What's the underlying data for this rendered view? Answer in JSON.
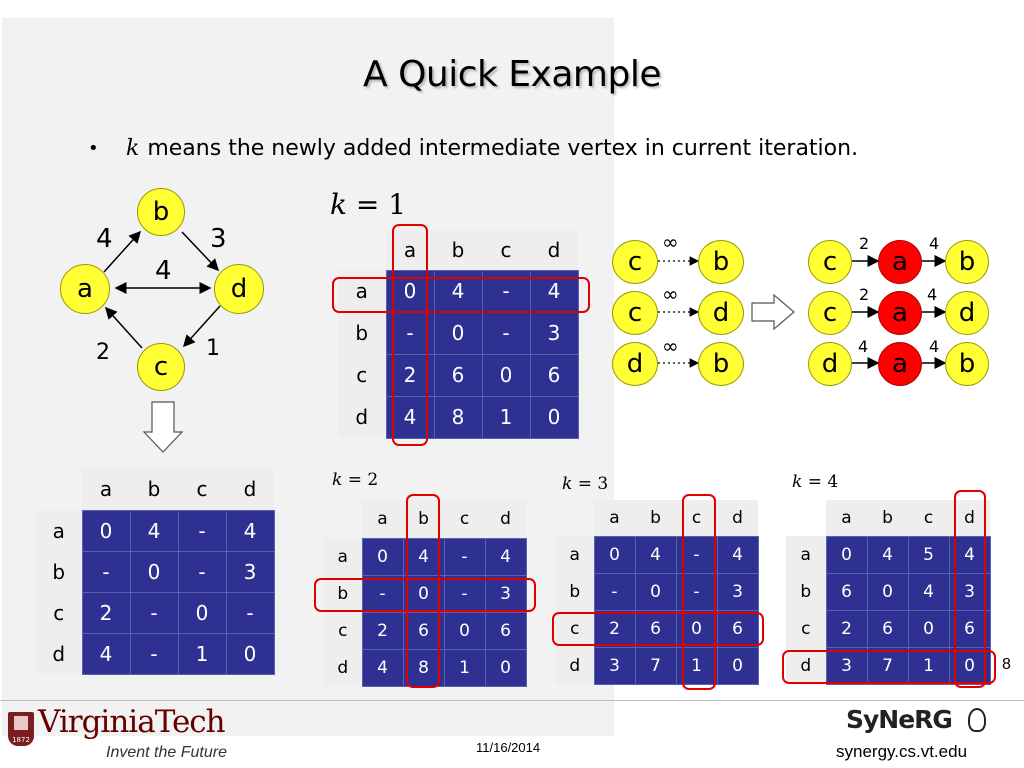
{
  "slide": {
    "title": "A Quick Example",
    "bullet_var": "k",
    "bullet_text": "means the newly added intermediate vertex in current iteration.",
    "date": "11/16/2014",
    "page_number": "8"
  },
  "graph": {
    "nodes": [
      "a",
      "b",
      "c",
      "d"
    ],
    "edge_weights": {
      "a_b": "4",
      "b_d": "3",
      "a_d": "4",
      "d_c": "1",
      "c_a": "2"
    }
  },
  "headers": {
    "cols": [
      "a",
      "b",
      "c",
      "d"
    ],
    "rows": [
      "a",
      "b",
      "c",
      "d"
    ]
  },
  "matrices": {
    "initial": [
      [
        "0",
        "4",
        "-",
        "4"
      ],
      [
        "-",
        "0",
        "-",
        "3"
      ],
      [
        "2",
        "-",
        "0",
        "-"
      ],
      [
        "4",
        "-",
        "1",
        "0"
      ]
    ],
    "k1": {
      "label_var": "k",
      "label_eq": "= 1",
      "cells": [
        [
          "0",
          "4",
          "-",
          "4"
        ],
        [
          "-",
          "0",
          "-",
          "3"
        ],
        [
          "2",
          "6",
          "0",
          "6"
        ],
        [
          "4",
          "8",
          "1",
          "0"
        ]
      ]
    },
    "k2": {
      "label_var": "k",
      "label_eq": "= 2",
      "cells": [
        [
          "0",
          "4",
          "-",
          "4"
        ],
        [
          "-",
          "0",
          "-",
          "3"
        ],
        [
          "2",
          "6",
          "0",
          "6"
        ],
        [
          "4",
          "8",
          "1",
          "0"
        ]
      ]
    },
    "k3": {
      "label_var": "k",
      "label_eq": "= 3",
      "cells": [
        [
          "0",
          "4",
          "-",
          "4"
        ],
        [
          "-",
          "0",
          "-",
          "3"
        ],
        [
          "2",
          "6",
          "0",
          "6"
        ],
        [
          "3",
          "7",
          "1",
          "0"
        ]
      ]
    },
    "k4": {
      "label_var": "k",
      "label_eq": "= 4",
      "cells": [
        [
          "0",
          "4",
          "5",
          "4"
        ],
        [
          "6",
          "0",
          "4",
          "3"
        ],
        [
          "2",
          "6",
          "0",
          "6"
        ],
        [
          "3",
          "7",
          "1",
          "0"
        ]
      ]
    }
  },
  "relax": {
    "before": [
      {
        "from": "c",
        "to": "b",
        "weight": "∞"
      },
      {
        "from": "c",
        "to": "d",
        "weight": "∞"
      },
      {
        "from": "d",
        "to": "b",
        "weight": "∞"
      }
    ],
    "after": [
      {
        "from": "c",
        "via": "a",
        "to": "b",
        "w1": "2",
        "w2": "4"
      },
      {
        "from": "c",
        "via": "a",
        "to": "d",
        "w1": "2",
        "w2": "4"
      },
      {
        "from": "d",
        "via": "a",
        "to": "b",
        "w1": "4",
        "w2": "4"
      }
    ]
  },
  "footer": {
    "university": "VirginiaTech",
    "tagline": "Invent the Future",
    "shield_year": "1872",
    "lab": "SyNeRG",
    "lab_url": "synergy.cs.vt.edu"
  },
  "colors": {
    "cell_bg": "#2e3192",
    "highlight": "#e00000",
    "node_yellow": "#ffff33",
    "node_red": "#ff0000"
  }
}
